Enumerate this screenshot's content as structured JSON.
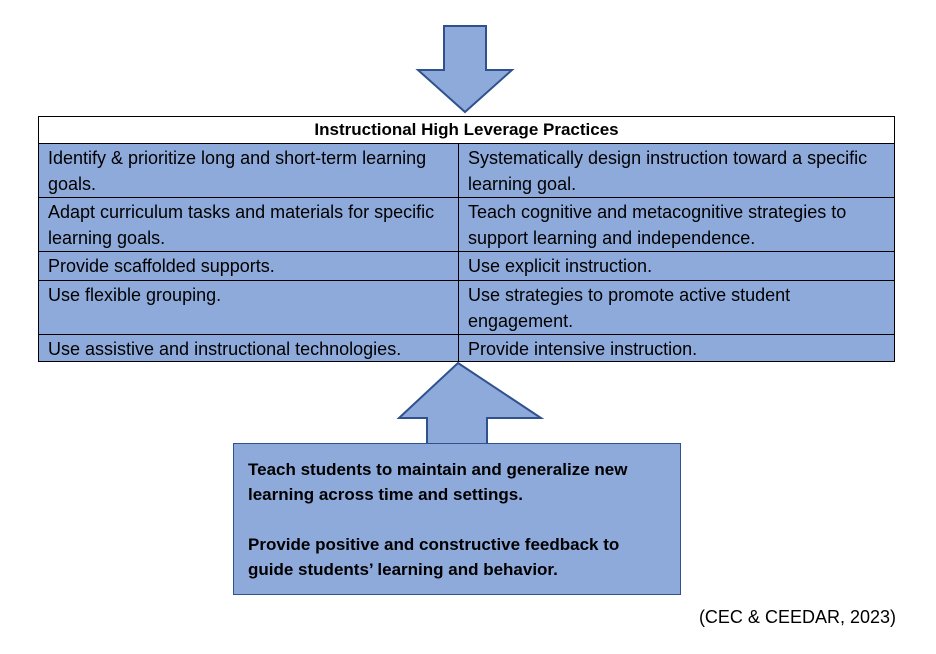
{
  "table": {
    "title": "Instructional High Leverage Practices",
    "rows": [
      [
        "Identify & prioritize long and short-term learning goals.",
        "Systematically design instruction toward a specific learning goal."
      ],
      [
        "Adapt curriculum tasks and materials for specific learning goals.",
        "Teach cognitive and metacognitive strategies to support learning and independence."
      ],
      [
        "Provide scaffolded supports.",
        "Use explicit instruction."
      ],
      [
        "Use flexible grouping.",
        "Use strategies to promote active student engagement."
      ],
      [
        "Use assistive and instructional technologies.",
        "Provide intensive instruction."
      ]
    ]
  },
  "feedback_box": {
    "paragraphs": [
      "Teach students to maintain and generalize new learning across time and settings.",
      "Provide positive and constructive feedback to guide students’ learning and behavior."
    ]
  },
  "citation": "(CEC & CEEDAR, 2023)",
  "colors": {
    "fill": "#8eaadb",
    "outline": "#2f528f"
  }
}
